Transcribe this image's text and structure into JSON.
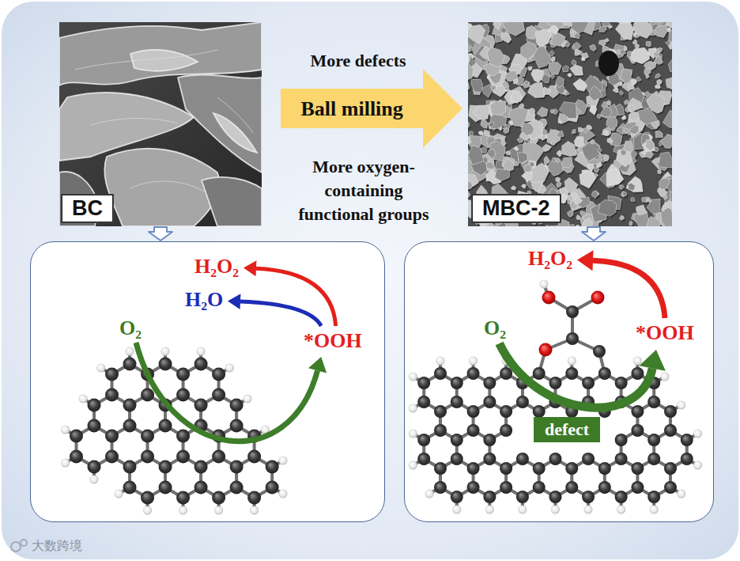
{
  "diagram": {
    "nodes": [
      {
        "text": [
          "BC"
        ]
      },
      {
        "text": [
          "MBC-2"
        ]
      },
      {
        "text": [
          "H₂O₂",
          "H₂O",
          "O₂",
          "*OOH"
        ]
      },
      {
        "text": [
          "H₂O₂",
          "O₂",
          "*OOH"
        ]
      },
      {
        "text": [
          "defect"
        ],
        "in": 3
      }
    ],
    "edges": [
      {
        "from": 0,
        "to": 1,
        "arrow": "to",
        "label": "Ball milling"
      },
      {
        "from": 0,
        "to": 2,
        "arrow": "to"
      },
      {
        "from": 1,
        "to": 3,
        "arrow": "to"
      }
    ],
    "labels": [
      "More defects",
      "More oxygen-containing functional groups",
      "大数跨境"
    ]
  }
}
